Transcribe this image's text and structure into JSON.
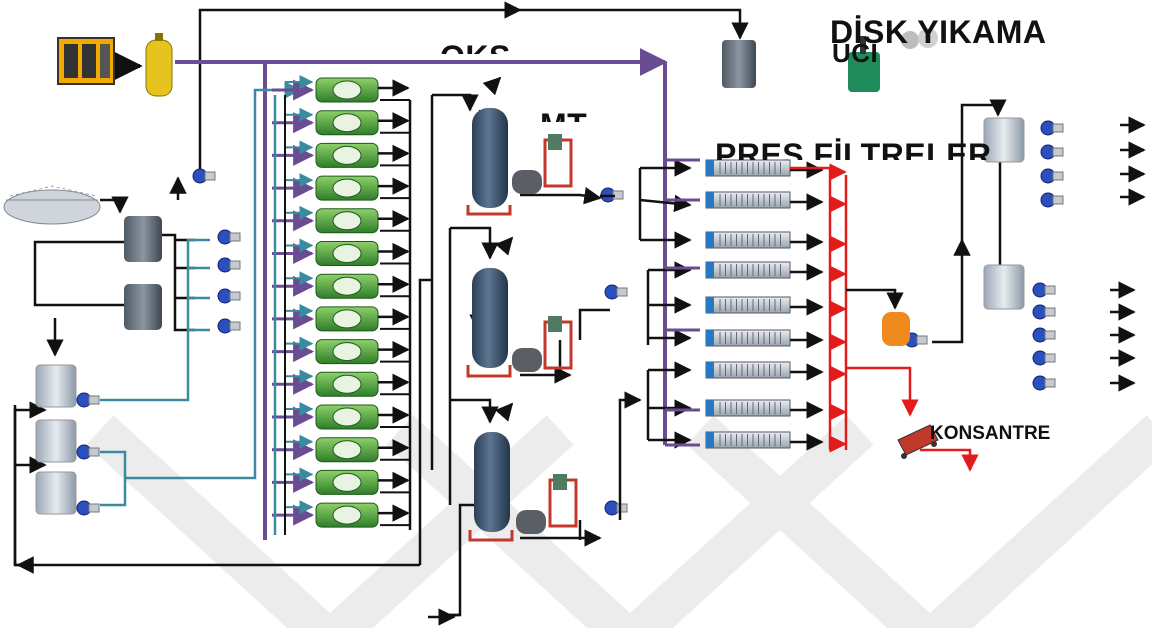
{
  "labels": {
    "oks": "OKS",
    "disk_yikama": "DİSK YIKAMA",
    "uci": "ÜCİ",
    "mt": "MT",
    "pres_filtreler": "PRES FİLTRELER",
    "konsantre": "KONSANTRE"
  },
  "colors": {
    "air": "#6a4c93",
    "slurry": "#3a8ba0",
    "filtrate": "#e21b1b",
    "flow": "#111111",
    "watermark": "#ececec"
  },
  "units": {
    "compressor": "compressor-icon",
    "air_tank": "air-receiver-tank",
    "thickener": "thickener-icon",
    "flotation_cell": "flotation-cell-icon",
    "conditioning_tank": "conditioning-tank-icon",
    "pump": "pump-icon",
    "column": "flotation-column-icon",
    "agitator": "agitator-icon",
    "filter_press": "filter-press-icon",
    "wash_tank": "disk-wash-tank-icon",
    "concentrate_cart": "concentrate-cart-icon"
  }
}
